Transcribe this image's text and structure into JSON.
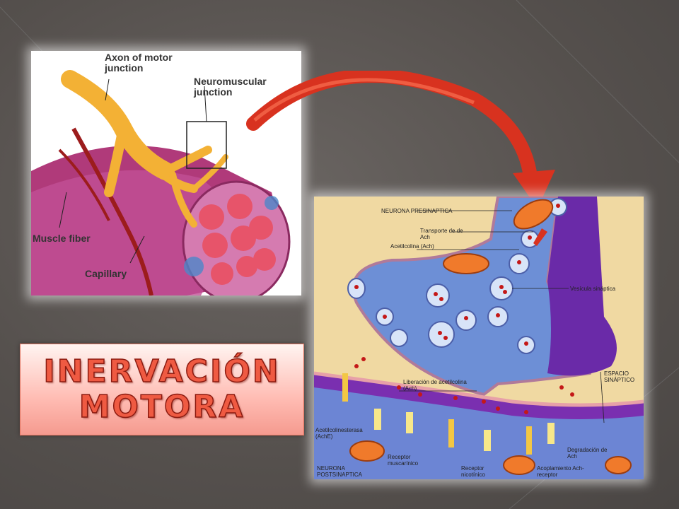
{
  "title": {
    "line1": "INERVACIÓN",
    "line2": "MOTORA"
  },
  "left_figure": {
    "labels": {
      "axon": "Axon of motor junction",
      "nmj": "Neuromuscular junction",
      "muscle_fiber": "Muscle fiber",
      "capillary": "Capillary"
    }
  },
  "right_figure": {
    "labels": {
      "presynaptic": "NEURONA PRESINAPTICA",
      "transport": "Transporte de de Ach",
      "ach": "Acetilcolina (Ach)",
      "vesicle": "Vesícula sináptica",
      "release": "Liberación de acetilcolina (Ach)",
      "cleft": "ESPACIO SINÁPTICO",
      "ache": "Acetilcolinesterasa (AchE)",
      "muscarinic": "Receptor muscarínico",
      "nicotinic": "Receptor nicotínico",
      "coupling": "Acoplamiento Ach-receptor",
      "degradation": "Degradación de Ach",
      "postsynaptic": "NEURONA POSTSINAPTICA"
    }
  },
  "colors": {
    "title_text": "#ef5a42",
    "arrow": "#d8321f",
    "background": "#55504d"
  }
}
